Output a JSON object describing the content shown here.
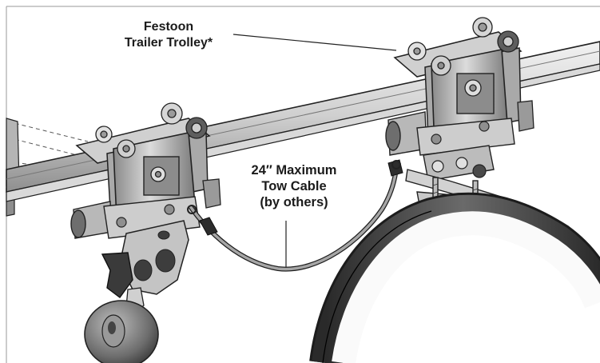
{
  "labels": {
    "trolley": [
      "Festoon",
      "Trailer Trolley*"
    ],
    "cable": [
      "24″ Maximum",
      "Tow Cable",
      "(by others)"
    ]
  },
  "colors": {
    "ink": "#1b1b1b",
    "line": "#222222",
    "rail_dark": "#9c9c9c",
    "rail_light": "#e4e4e4",
    "metal": "#bdbdbd",
    "metal_light": "#e6e6e6",
    "metal_dark": "#6e6e6e",
    "cable_gray": "#8c8c8c",
    "hose": "#555555",
    "hose_dark": "#2f2f2f"
  }
}
